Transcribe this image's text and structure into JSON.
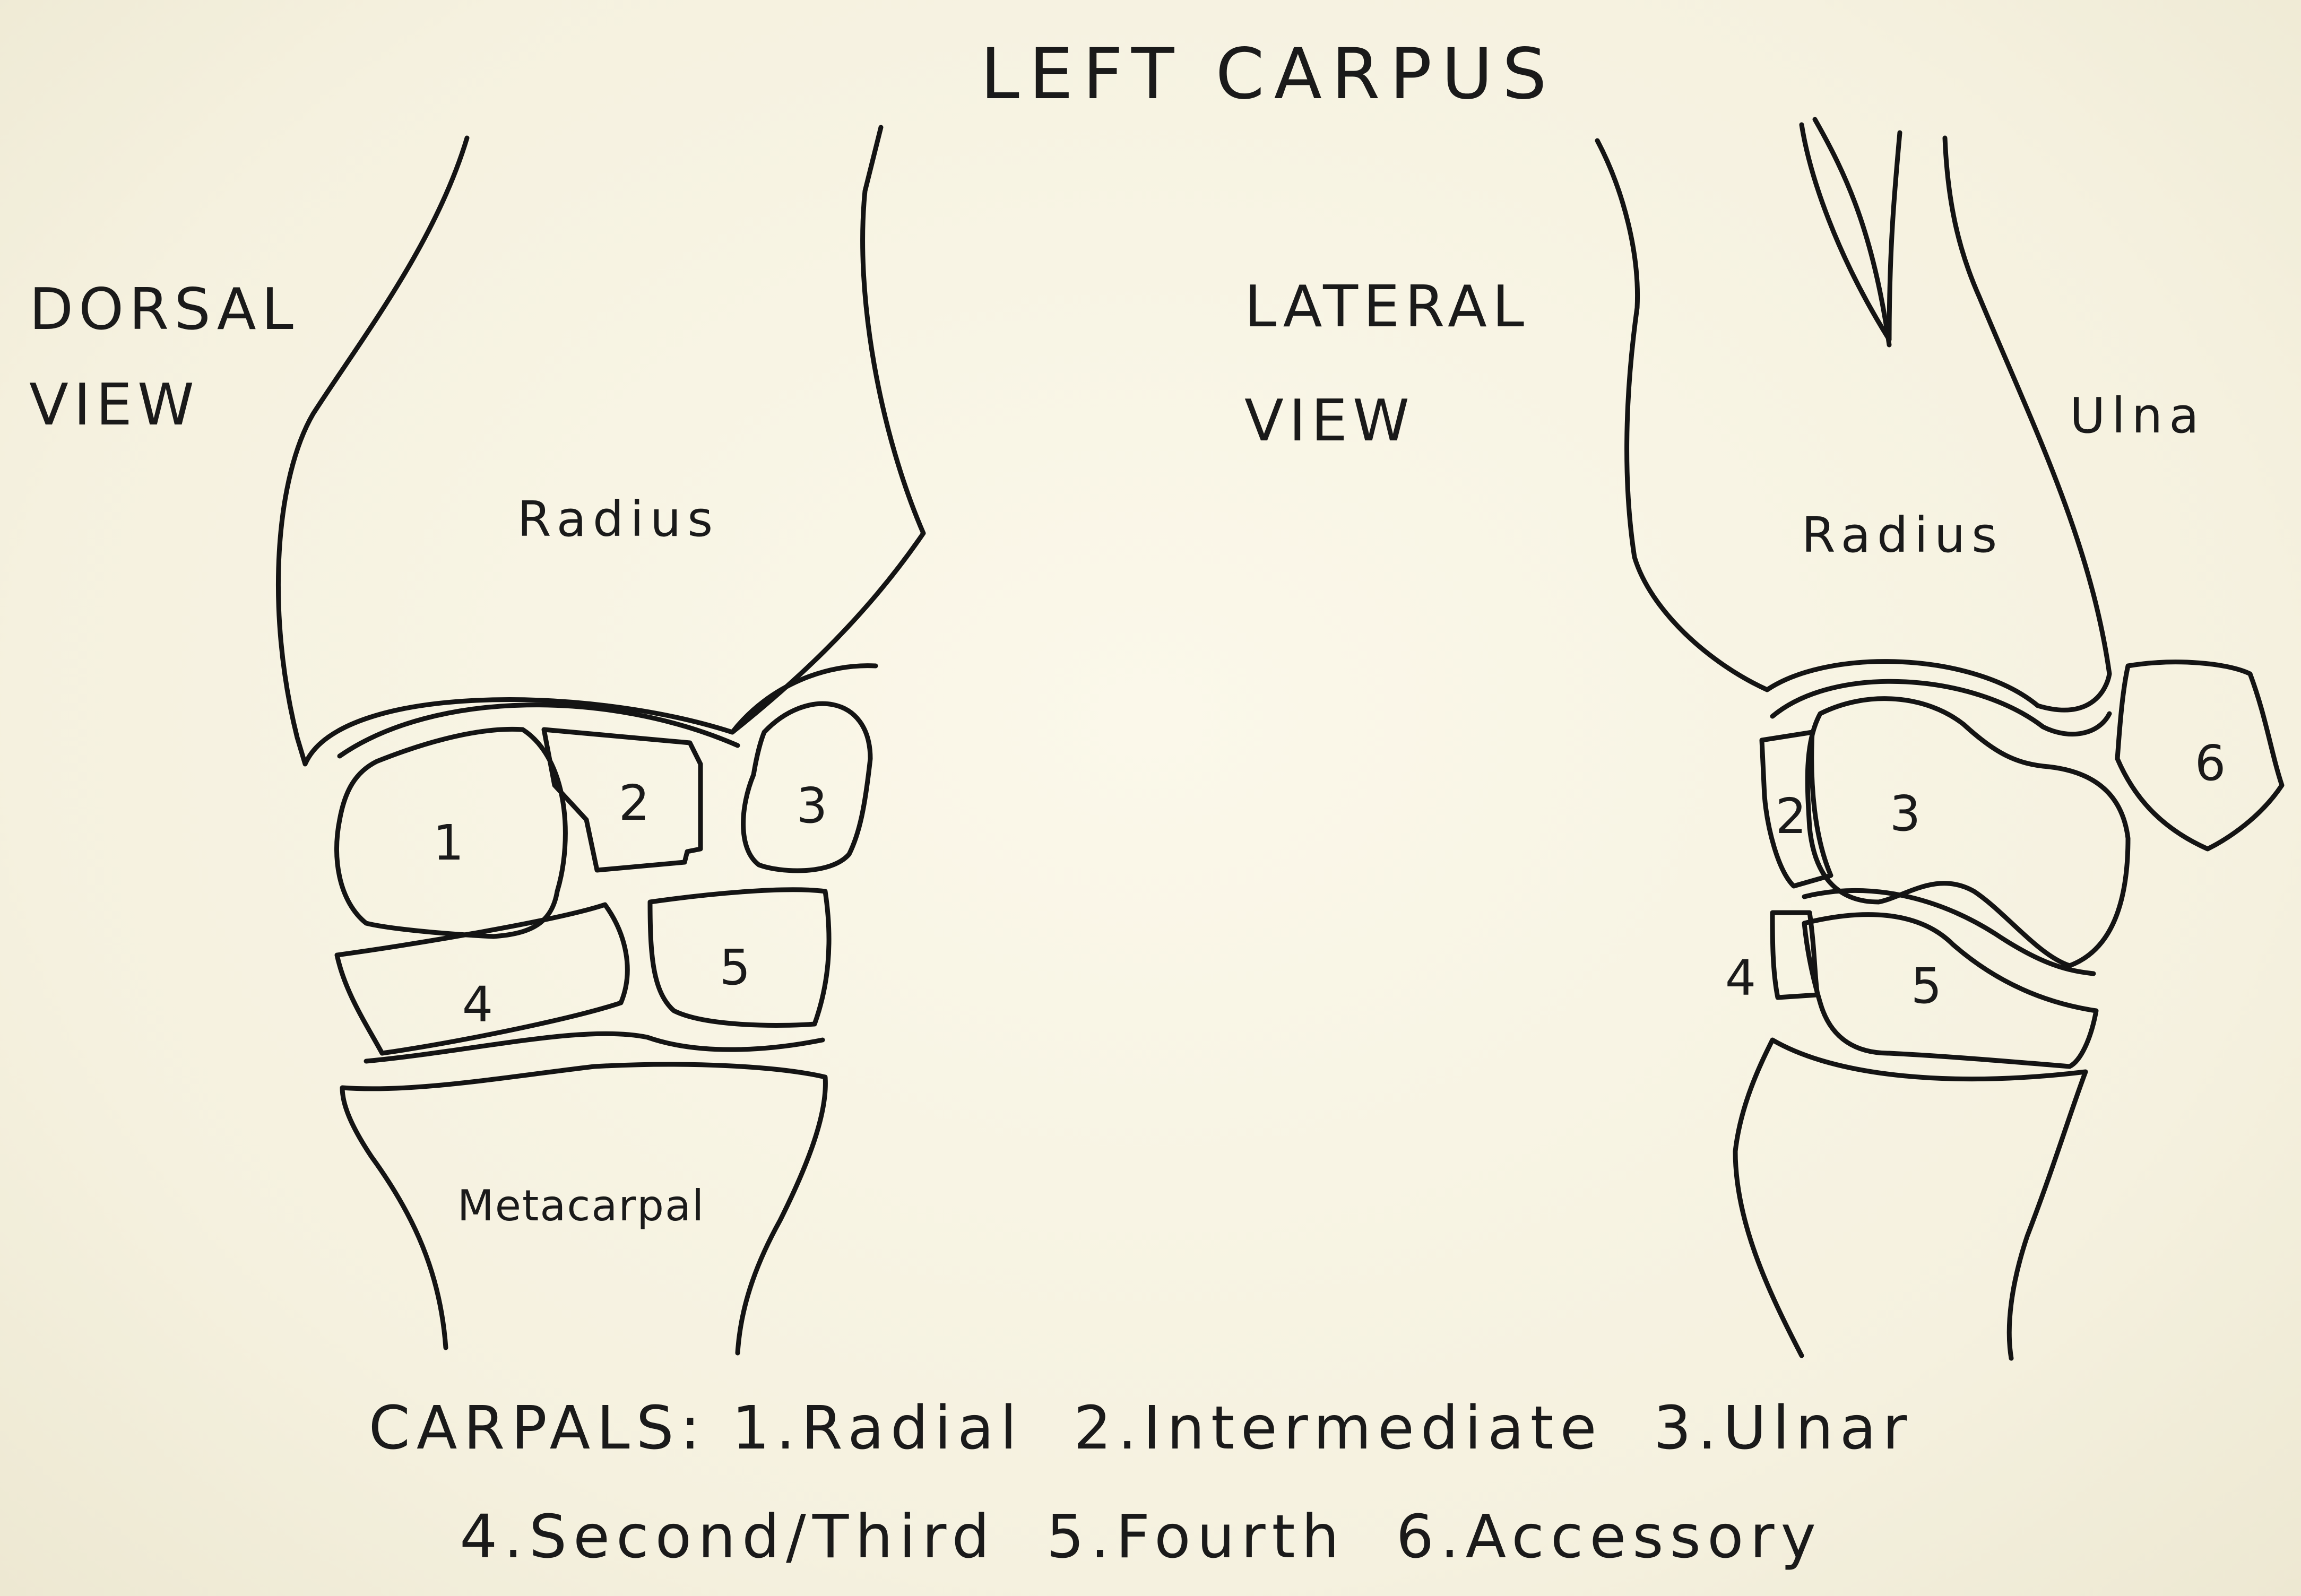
{
  "title": "LEFT CARPUS",
  "dorsal_view": {
    "label_line1": "DORSAL",
    "label_line2": "VIEW",
    "radius": "Radius",
    "metacarpal": "Metacarpal",
    "numbers": [
      "1",
      "2",
      "3",
      "4",
      "5"
    ]
  },
  "lateral_view": {
    "label_line1": "LATERAL",
    "label_line2": "VIEW",
    "radius": "Radius",
    "ulna": "Ulna",
    "numbers": [
      "2",
      "3",
      "4",
      "5",
      "6"
    ]
  },
  "legend": {
    "line1": "CARPALS: 1.Radial  2.Intermediate  3.Ulnar",
    "line2": "4.Second/Third  5.Fourth  6.Accessory"
  }
}
